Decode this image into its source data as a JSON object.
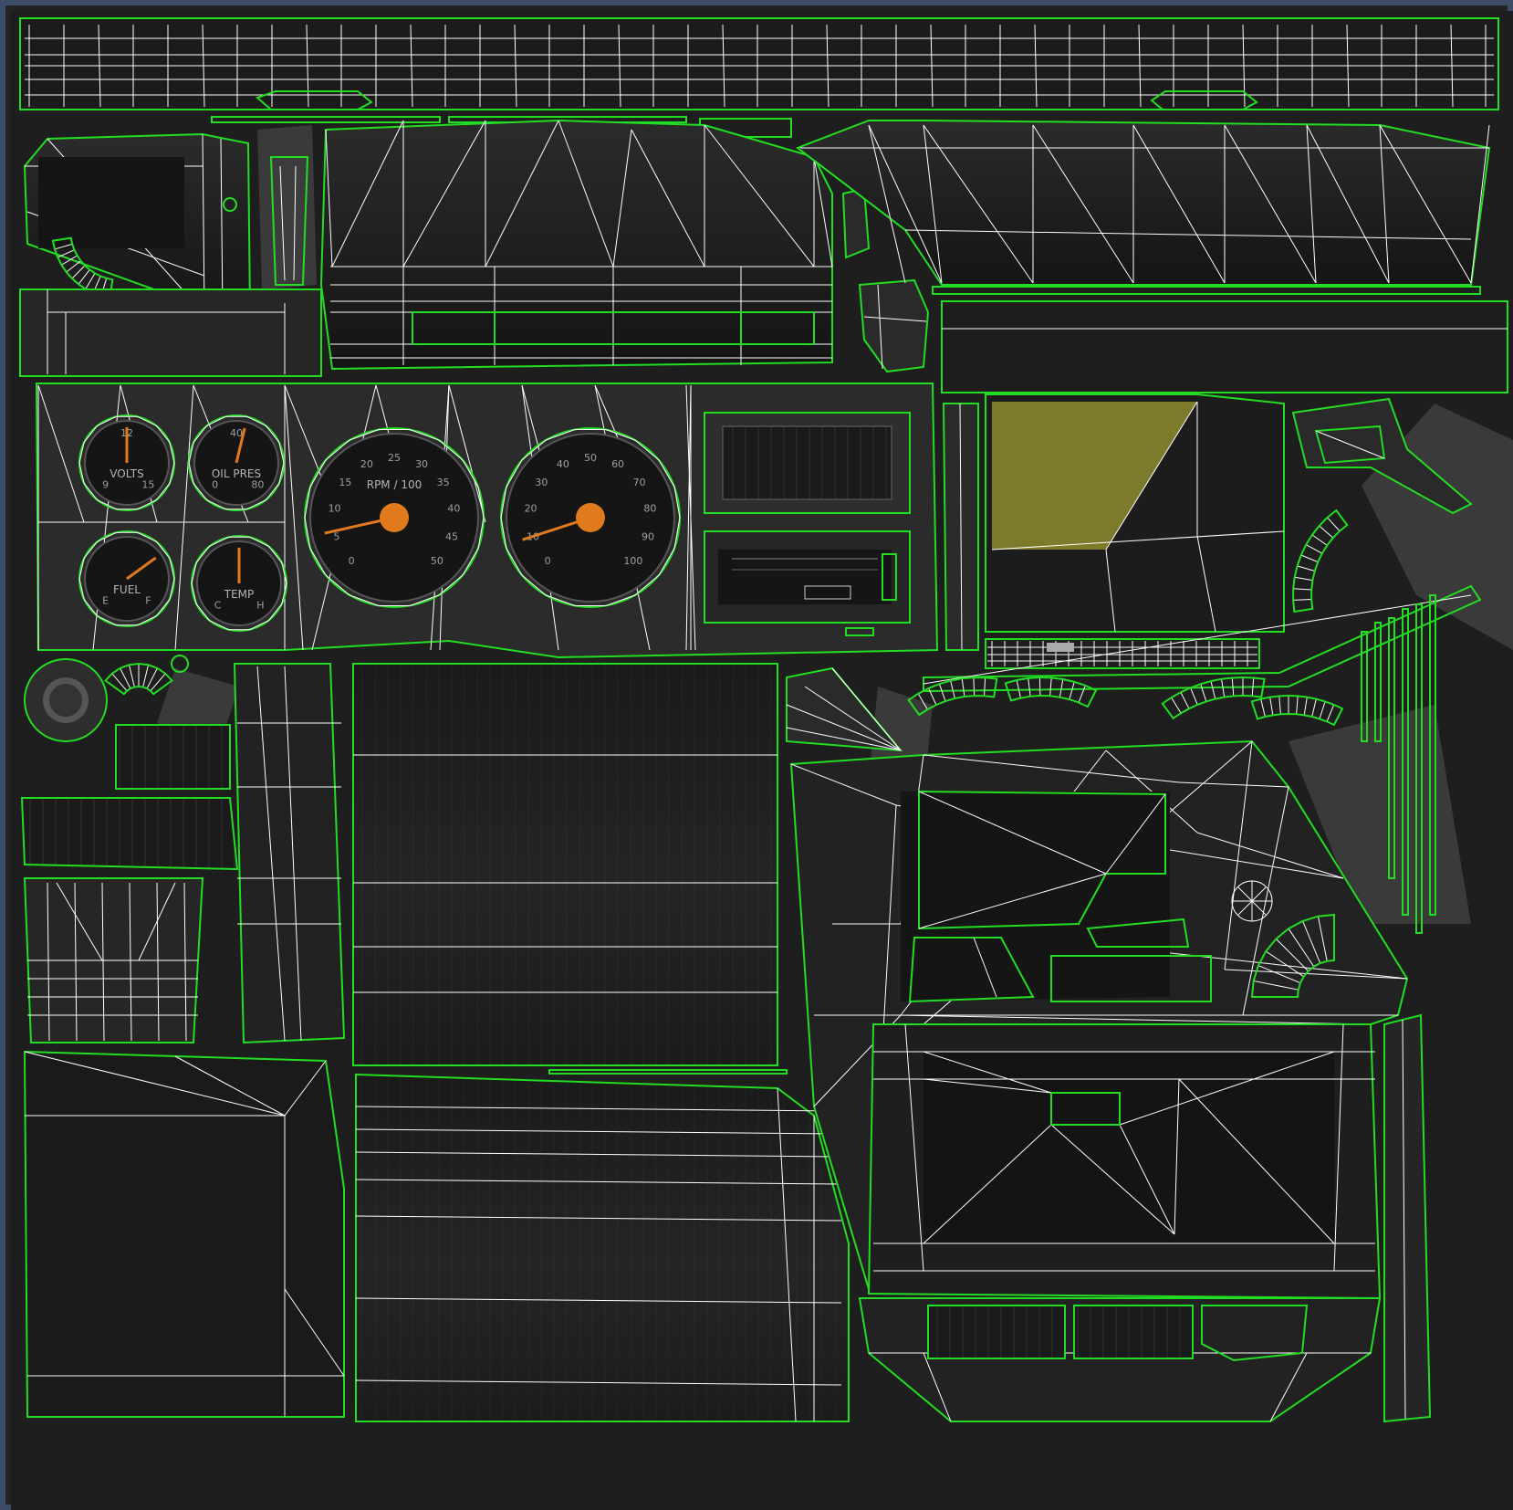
{
  "colors": {
    "island_outline": "#22dd22",
    "wire": "#ffffff",
    "background": "#1e1e1e",
    "frame": "#3b4c66",
    "needle": "#e07a1c",
    "olive_patch": "#7d7a2c"
  },
  "gauges": [
    {
      "id": "volts",
      "label": "VOLTS",
      "ticks": [
        "9",
        "12",
        "15"
      ],
      "needle_fraction": 0.5
    },
    {
      "id": "oil-pres",
      "label": "OIL PRES",
      "ticks": [
        "0",
        "40",
        "80"
      ],
      "needle_fraction": 0.55
    },
    {
      "id": "fuel",
      "label": "FUEL",
      "ticks": [
        "E",
        "F"
      ],
      "needle_fraction": 0.7
    },
    {
      "id": "temp",
      "label": "TEMP",
      "ticks": [
        "C",
        "H"
      ],
      "needle_fraction": 0.5
    }
  ],
  "tachometer": {
    "label": "RPM / 100",
    "ticks": [
      "0",
      "5",
      "10",
      "15",
      "20",
      "25",
      "30",
      "35",
      "40",
      "45",
      "50"
    ],
    "needle_fraction": 0.12
  },
  "speedometer": {
    "ticks": [
      "0",
      "10",
      "20",
      "30",
      "40",
      "50",
      "60",
      "70",
      "80",
      "90",
      "100"
    ],
    "needle_fraction": 0.1
  }
}
